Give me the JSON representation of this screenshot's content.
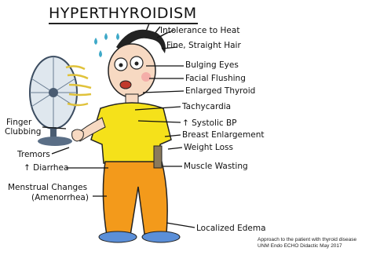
{
  "title": "HYPERTHYROIDISM",
  "labels": {
    "intolerance_to_heat": "Intolerance to Heat",
    "fine_straight_hair": "Fine, Straight Hair",
    "bulging_eyes": "Bulging Eyes",
    "facial_flushing": "Facial Flushing",
    "enlarged_thyroid": "Enlarged Thyroid",
    "tachycardia": "Tachycardia",
    "systolic_bp": "↑ Systolic BP",
    "breast_enlargement": "Breast Enlargement",
    "weight_loss": "Weight Loss",
    "muscle_wasting": "Muscle Wasting",
    "localized_edema": "Localized Edema",
    "finger_clubbing_line1": "Finger",
    "finger_clubbing_line2": "Clubbing",
    "tremors": "Tremors",
    "diarrhea": "↑ Diarrhea",
    "menstrual_changes": "Menstrual Changes",
    "amenorrhea": "(Amenorrhea)"
  },
  "caption": {
    "line1": "Approach to the patient with thyroid disease",
    "line2": "UNM Endo ECHO Didactic May 2017"
  },
  "colors": {
    "shirt": "#f5e11a",
    "pants": "#f39a1b",
    "skin": "#f7d9c2",
    "fan": "#5a6e86",
    "sweat": "#3fa9c8",
    "shoes": "#5b8fd8"
  }
}
